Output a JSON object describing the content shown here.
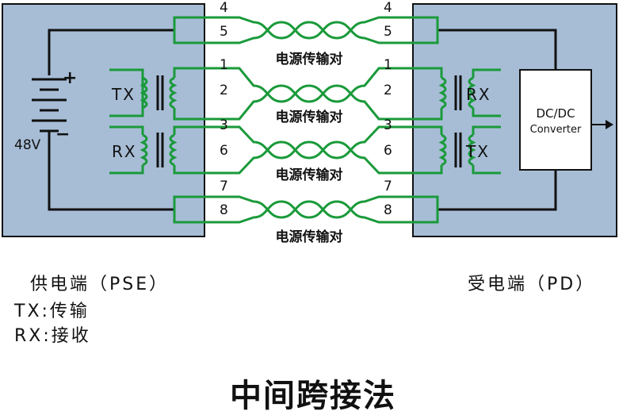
{
  "diagram": {
    "title": "中间跨接法",
    "pse_label": "供电端（PSE）",
    "pd_label": "受电端（PD）",
    "legend": [
      "TX:传输",
      "RX:接收"
    ],
    "battery_voltage": "48V",
    "battery_plus": "+",
    "battery_minus": "−",
    "pse_transformers": [
      {
        "name": "TX"
      },
      {
        "name": "RX"
      }
    ],
    "pd_transformers": [
      {
        "name": "RX"
      },
      {
        "name": "TX"
      }
    ],
    "converter_line1": "DC/DC",
    "converter_line2": "Converter",
    "power_pair_label": "电源传输对",
    "pairs": [
      {
        "left_top": "4",
        "left_bottom": "5",
        "right_top": "4",
        "right_bottom": "5"
      },
      {
        "left_top": "1",
        "left_bottom": "2",
        "right_top": "1",
        "right_bottom": "2"
      },
      {
        "left_top": "3",
        "left_bottom": "6",
        "right_top": "3",
        "right_bottom": "6"
      },
      {
        "left_top": "7",
        "left_bottom": "8",
        "right_top": "7",
        "right_bottom": "8"
      }
    ],
    "colors": {
      "box_fill": "#a7bdd6",
      "wire": "#1a9a3a",
      "line": "#111111"
    }
  }
}
